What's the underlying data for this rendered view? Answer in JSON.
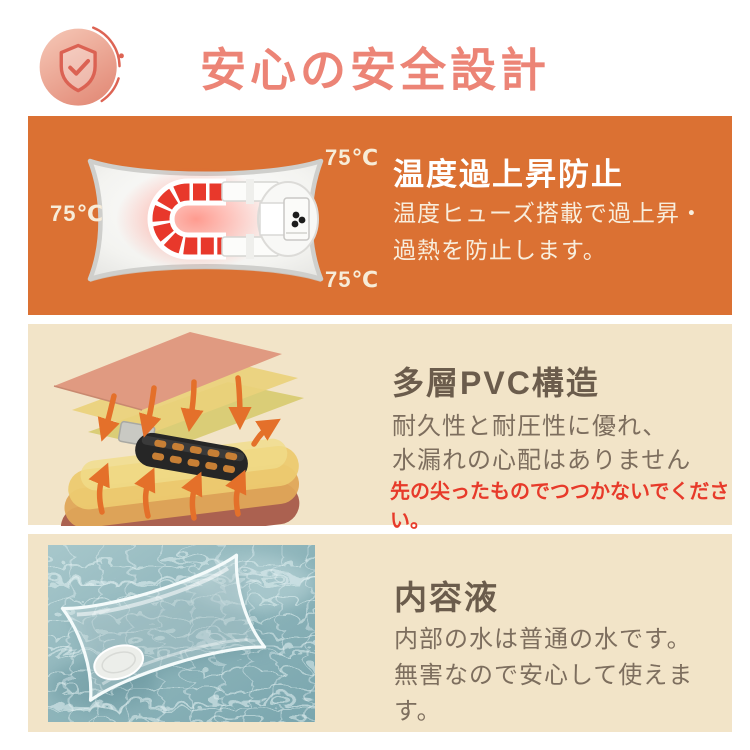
{
  "header": {
    "title": "安心の安全設計",
    "icon": "shield-check-icon"
  },
  "colors": {
    "accent_orange": "#db7133",
    "panel_beige": "#f2e4c8",
    "title_salmon": "#ec8476",
    "heading_brown": "#6b5c4c",
    "body_brown": "#7d6e5e",
    "body_cream": "#f8eedd",
    "warning_red": "#e73a2a"
  },
  "sections": [
    {
      "title": "温度過上昇防止",
      "body_lines": [
        "温度ヒューズ搭載で過上昇・",
        "過熱を防止します。"
      ],
      "temp_labels": [
        "75℃",
        "75℃",
        "75℃"
      ],
      "illustration": "hot-water-bag-heater-illustration"
    },
    {
      "title": "多層PVC構造",
      "body_lines": [
        "耐久性と耐圧性に優れ、",
        "水漏れの心配はありません"
      ],
      "warning": "先の尖ったものでつつかないでください。",
      "illustration": "multilayer-pvc-illustration"
    },
    {
      "title": "内容液",
      "body_lines": [
        "内部の水は普通の水です。",
        "無害なので安心して使えます。"
      ],
      "illustration": "water-content-photo"
    }
  ]
}
